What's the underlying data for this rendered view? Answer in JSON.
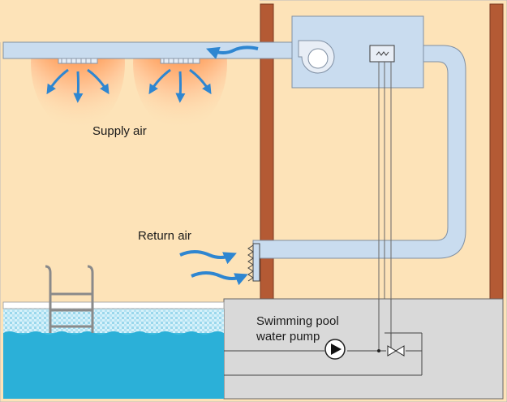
{
  "labels": {
    "supply_air": "Supply air",
    "return_air": "Return air",
    "pump_line1": "Swimming pool",
    "pump_line2": "water pump"
  },
  "colors": {
    "wall": "#fde3b8",
    "duct": "#c9dcef",
    "duct_outline": "#7f8fa3",
    "column": "#b45a34",
    "pool_water": "#39b8d8",
    "pool_tile": "#bfe8f5",
    "basement": "#d9d9d9",
    "air_arrow": "#2e86d1",
    "diffuser_glow": "#ff6d1f"
  },
  "icons": [
    "fan-icon",
    "heat-exchanger-icon",
    "pump-icon",
    "valve-icon",
    "air-flow-arrow-icon",
    "pool-ladder-icon",
    "return-grille-icon",
    "ceiling-diffuser-icon"
  ]
}
